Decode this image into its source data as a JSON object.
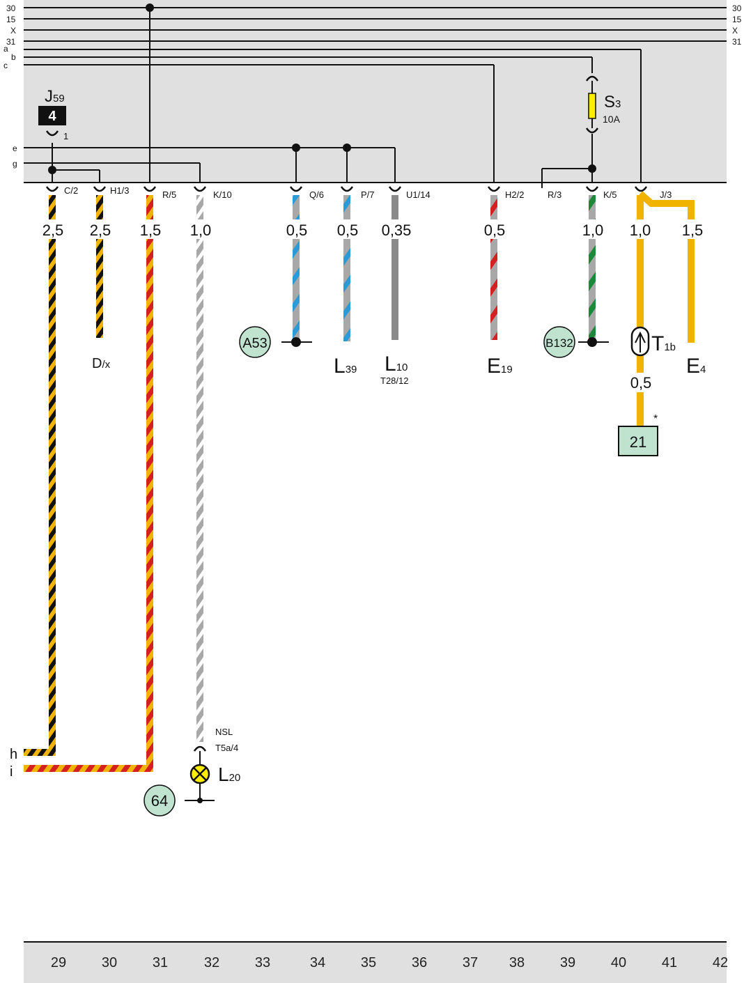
{
  "rails": {
    "left": [
      "30",
      "15",
      "X",
      "31",
      "a",
      "b",
      "c"
    ],
    "right": [
      "30",
      "15",
      "X",
      "31"
    ],
    "side": [
      "e",
      "g"
    ]
  },
  "relay": {
    "name": "J",
    "sub": "59",
    "badge": "4",
    "pin": "1"
  },
  "fuse": {
    "name": "S",
    "sub": "3",
    "rating": "10A"
  },
  "connectors": {
    "c1": "C/2",
    "c2": "H1/3",
    "c3": "R/5",
    "c4": "K/10",
    "c5": "Q/6",
    "c6": "P/7",
    "c7": "U1/14",
    "c8": "H2/2",
    "c9": "R/3",
    "c10": "K/5",
    "c11": "J/3"
  },
  "sizes": {
    "s1": "2,5",
    "s2": "2,5",
    "s3": "1,5",
    "s4": "1,0",
    "s5": "0,5",
    "s6": "0,5",
    "s7": "0,35",
    "s8": "0,5",
    "s9": "1,0",
    "s10": "1,0",
    "s11": "1,5",
    "s12": "0,5"
  },
  "components": {
    "d": {
      "name": "D",
      "sub": "/x"
    },
    "l39": {
      "name": "L",
      "sub": "39"
    },
    "l10": {
      "name": "L",
      "sub": "10",
      "note": "T28/12"
    },
    "e19": {
      "name": "E",
      "sub": "19"
    },
    "t1b": {
      "name": "T",
      "sub": "1b"
    },
    "e4": {
      "name": "E",
      "sub": "4"
    },
    "l20": {
      "name": "L",
      "sub": "20"
    }
  },
  "refs": {
    "a53": "A53",
    "b132": "B132",
    "r64": "64",
    "r21": "21",
    "star": "*"
  },
  "bottom_labels": {
    "nsl": "NSL",
    "t5a": "T5a/4",
    "h": "h",
    "i": "i"
  },
  "grid_numbers": [
    "29",
    "30",
    "31",
    "32",
    "33",
    "34",
    "35",
    "36",
    "37",
    "38",
    "39",
    "40",
    "41",
    "42"
  ],
  "colors": {
    "panel": "#e0e0e0",
    "black": "#111111",
    "yellow": "#f0b400",
    "red": "#d42020",
    "grey": "#a8a8a8",
    "blue": "#2a9ad8",
    "green": "#1a8a3a",
    "white": "#ffffff",
    "ref_fill": "#bfe3cf",
    "fuse_fill": "#ffee00"
  }
}
